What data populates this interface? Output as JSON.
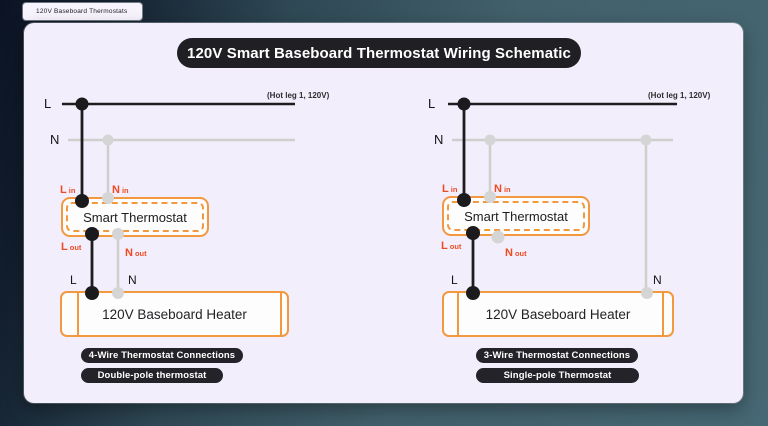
{
  "tab": {
    "label": "120V Baseboard Thermostats"
  },
  "header": {
    "title": "120V Smart Baseboard Thermostat Wiring Schematic"
  },
  "colors": {
    "accent_orange": "#F2993F",
    "terminal_label_red": "#EE4B23",
    "hot_wire": "#1D1D1F",
    "neutral_wire": "#CFCFCD",
    "canvas_bg": "#F3EEFC",
    "title_pill_bg": "#1F1F24",
    "badge_bg": "#232329"
  },
  "diagrams": [
    {
      "name": "4-wire double-pole",
      "bus": {
        "hot": "L",
        "neutral": "N",
        "hot_note": "(Hot leg 1, 120V)"
      },
      "thermostat": {
        "label": "Smart Thermostat",
        "terminals": {
          "l_in": {
            "main": "L",
            "sub": "in"
          },
          "n_in": {
            "main": "N",
            "sub": "in"
          },
          "l_out": {
            "main": "L",
            "sub": "out"
          },
          "n_out": {
            "main": "N",
            "sub": "out"
          }
        }
      },
      "heater": {
        "label": "120V Baseboard Heater",
        "terminals": {
          "hot": "L",
          "neutral": "N"
        }
      },
      "badges": [
        "4-Wire Thermostat Connections",
        "Double-pole thermostat"
      ]
    },
    {
      "name": "3-wire single-pole",
      "bus": {
        "hot": "L",
        "neutral": "N",
        "hot_note": "(Hot leg 1, 120V)"
      },
      "thermostat": {
        "label": "Smart Thermostat",
        "terminals": {
          "l_in": {
            "main": "L",
            "sub": "in"
          },
          "n_in": {
            "main": "N",
            "sub": "in"
          },
          "l_out": {
            "main": "L",
            "sub": "out"
          },
          "n_out": {
            "main": "N",
            "sub": "out"
          }
        }
      },
      "heater": {
        "label": "120V Baseboard Heater",
        "terminals": {
          "hot": "L",
          "neutral": "N"
        }
      },
      "badges": [
        "3-Wire Thermostat Connections",
        "Single-pole Thermostat"
      ]
    }
  ]
}
